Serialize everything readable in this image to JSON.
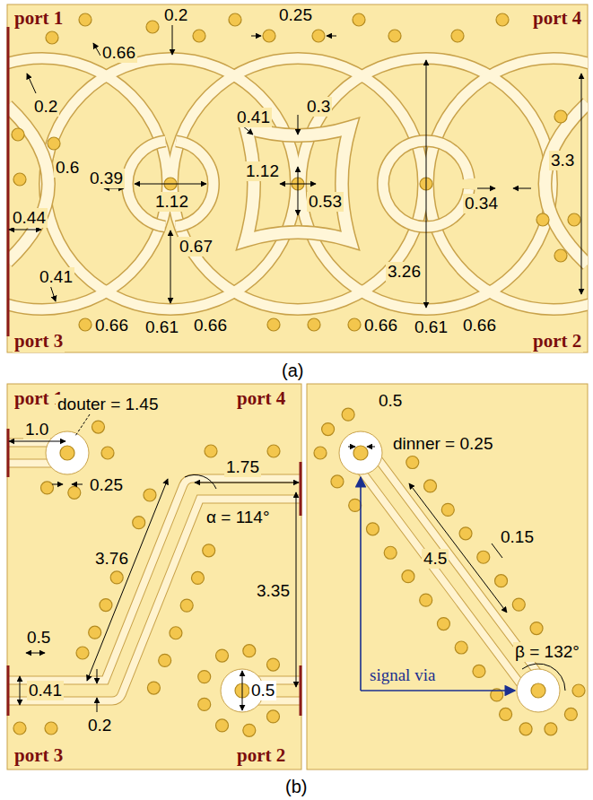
{
  "diagram": {
    "labels": [
      "port 1",
      "port 4",
      "port 3",
      "port 2",
      "0.66",
      "0.2",
      "0.25",
      "0.2",
      "0.41",
      "0.3",
      "0.6",
      "0.39",
      "1.12",
      "1.12",
      "0.53",
      "3.3",
      "0.44",
      "0.34",
      "0.67",
      "3.26",
      "0.41",
      "0.66",
      "0.61",
      "0.66",
      "0.66",
      "0.61",
      "0.66",
      "(a)",
      "port 1",
      "port 4",
      "douter = 1.45",
      "1.0",
      "0.25",
      "1.75",
      "α = 114°",
      "3.76",
      "3.35",
      "0.5",
      "0.41",
      "0.2",
      "port 3",
      "port 2",
      "0.5",
      "0.5",
      "dinner = 0.25",
      "4.5",
      "0.15",
      "β = 132°",
      "signal via",
      "(b)"
    ]
  }
}
